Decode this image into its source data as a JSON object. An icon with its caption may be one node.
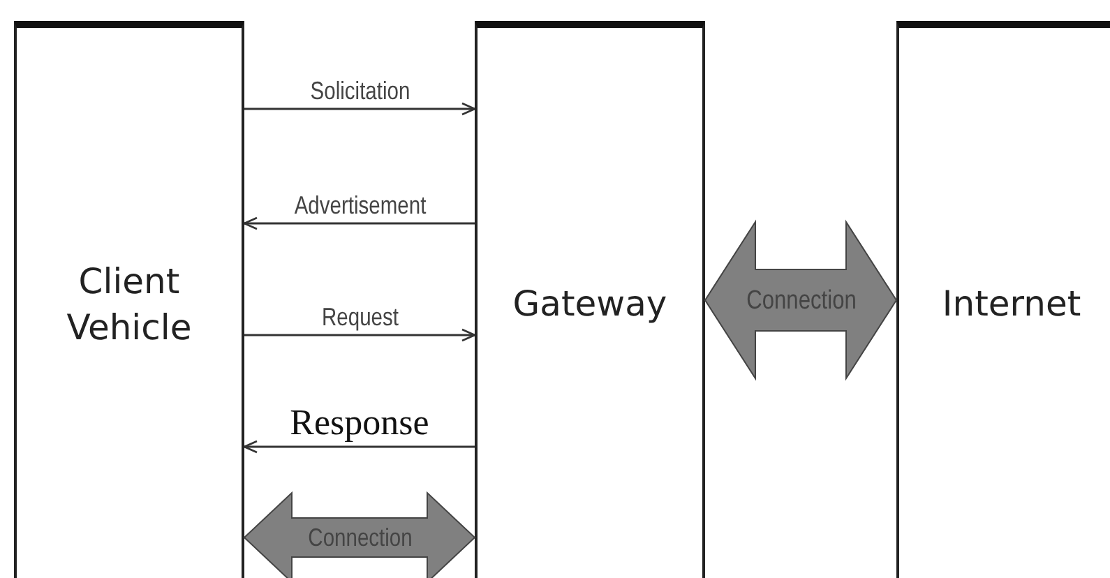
{
  "diagram": {
    "nodes": [
      {
        "text": [
          "Client Vehicle"
        ]
      },
      {
        "text": [
          "Gateway"
        ]
      },
      {
        "text": [
          "Internet"
        ]
      }
    ],
    "edges": [
      {
        "from": 0,
        "to": 1,
        "arrow": "to",
        "label": "Solicitation"
      },
      {
        "from": 1,
        "to": 0,
        "arrow": "to",
        "label": "Advertisement"
      },
      {
        "from": 0,
        "to": 1,
        "arrow": "to",
        "label": "Request"
      },
      {
        "from": 1,
        "to": 0,
        "arrow": "to",
        "label": "Response"
      },
      {
        "from": 0,
        "to": 1,
        "arrow": "both",
        "label": "Connection",
        "style": "thick",
        "color": "#808080"
      },
      {
        "from": 1,
        "to": 2,
        "arrow": "both",
        "label": "Connection",
        "style": "thick",
        "color": "#808080"
      }
    ]
  }
}
